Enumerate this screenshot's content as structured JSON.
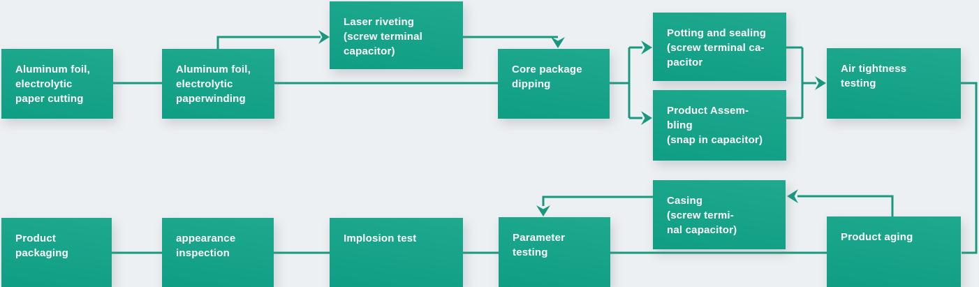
{
  "theme": {
    "background": "#edf0f2",
    "box_gradient_top": "#1fa98e",
    "box_gradient_bottom": "#0f9e84",
    "connector_color": "#18997f",
    "text_color": "#ffffff"
  },
  "diagram": {
    "type": "process-flowchart",
    "nodes": [
      {
        "id": "aluminum-foil-paper-cutting",
        "label": "Aluminum foil,\nelectrolytic\npaper cutting"
      },
      {
        "id": "aluminum-foil-paperwinding",
        "label": "Aluminum foil,\nelectrolytic\npaperwinding"
      },
      {
        "id": "laser-riveting",
        "label": "Laser riveting\n(screw terminal\ncapacitor)"
      },
      {
        "id": "core-package-dipping",
        "label": "Core package\ndipping"
      },
      {
        "id": "potting-and-sealing",
        "label": "Potting and sealing\n(screw terminal ca-\npacitor"
      },
      {
        "id": "product-assembling",
        "label": "Product Assem-\nbling\n(snap in capacitor)"
      },
      {
        "id": "air-tightness-testing",
        "label": "Air tightness\ntesting"
      },
      {
        "id": "casing",
        "label": "Casing\n(screw termi-\nnal capacitor)"
      },
      {
        "id": "product-aging",
        "label": "Product aging"
      },
      {
        "id": "parameter-testing",
        "label": "Parameter\ntesting"
      },
      {
        "id": "implosion-test",
        "label": "Implosion test"
      },
      {
        "id": "appearance-inspection",
        "label": "appearance\ninspection"
      },
      {
        "id": "product-packaging",
        "label": "Product\npackaging"
      }
    ],
    "edges": [
      {
        "from": "aluminum-foil-paper-cutting",
        "to": "aluminum-foil-paperwinding",
        "arrow": false
      },
      {
        "from": "aluminum-foil-paperwinding",
        "to": "laser-riveting",
        "arrow": true
      },
      {
        "from": "aluminum-foil-paperwinding",
        "to": "core-package-dipping",
        "arrow": false
      },
      {
        "from": "laser-riveting",
        "to": "core-package-dipping",
        "arrow": true
      },
      {
        "from": "core-package-dipping",
        "to": "potting-and-sealing",
        "arrow": true
      },
      {
        "from": "core-package-dipping",
        "to": "product-assembling",
        "arrow": true
      },
      {
        "from": "potting-and-sealing",
        "to": "air-tightness-testing",
        "arrow": true
      },
      {
        "from": "product-assembling",
        "to": "air-tightness-testing",
        "arrow": true
      },
      {
        "from": "air-tightness-testing",
        "to": "product-aging",
        "arrow": false
      },
      {
        "from": "product-aging",
        "to": "casing",
        "arrow": true
      },
      {
        "from": "casing",
        "to": "parameter-testing",
        "arrow": true
      },
      {
        "from": "product-aging",
        "to": "parameter-testing",
        "arrow": false
      },
      {
        "from": "parameter-testing",
        "to": "implosion-test",
        "arrow": false
      },
      {
        "from": "implosion-test",
        "to": "appearance-inspection",
        "arrow": false
      },
      {
        "from": "appearance-inspection",
        "to": "product-packaging",
        "arrow": false
      }
    ]
  }
}
